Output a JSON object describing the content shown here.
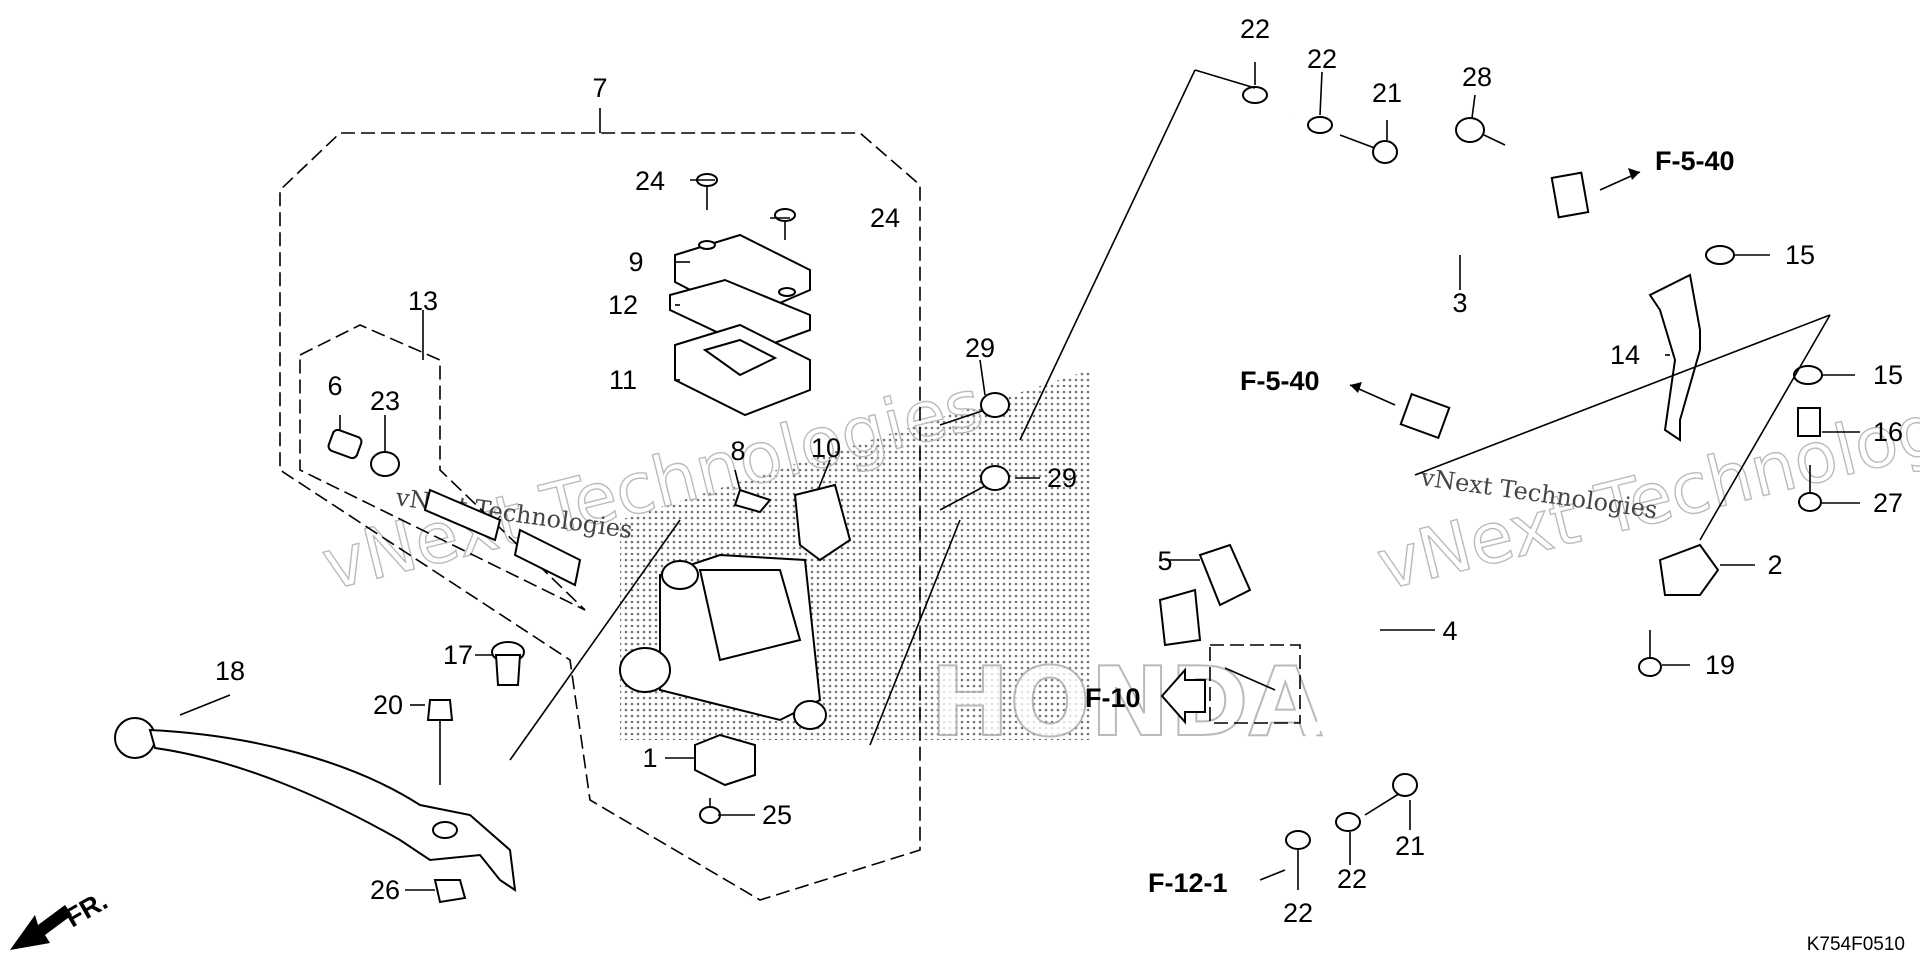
{
  "labels": [
    {
      "id": "1",
      "text": "1"
    },
    {
      "id": "2",
      "text": "2"
    },
    {
      "id": "3",
      "text": "3"
    },
    {
      "id": "4",
      "text": "4"
    },
    {
      "id": "5",
      "text": "5"
    },
    {
      "id": "6",
      "text": "6"
    },
    {
      "id": "7",
      "text": "7"
    },
    {
      "id": "8",
      "text": "8"
    },
    {
      "id": "9",
      "text": "9"
    },
    {
      "id": "10",
      "text": "10"
    },
    {
      "id": "11",
      "text": "11"
    },
    {
      "id": "12",
      "text": "12"
    },
    {
      "id": "13",
      "text": "13"
    },
    {
      "id": "14",
      "text": "14"
    },
    {
      "id": "15a",
      "text": "15"
    },
    {
      "id": "15b",
      "text": "15"
    },
    {
      "id": "16",
      "text": "16"
    },
    {
      "id": "17",
      "text": "17"
    },
    {
      "id": "18",
      "text": "18"
    },
    {
      "id": "19",
      "text": "19"
    },
    {
      "id": "20",
      "text": "20"
    },
    {
      "id": "21a",
      "text": "21"
    },
    {
      "id": "21b",
      "text": "21"
    },
    {
      "id": "22a",
      "text": "22"
    },
    {
      "id": "22b",
      "text": "22"
    },
    {
      "id": "22c",
      "text": "22"
    },
    {
      "id": "22d",
      "text": "22"
    },
    {
      "id": "23",
      "text": "23"
    },
    {
      "id": "24a",
      "text": "24"
    },
    {
      "id": "24b",
      "text": "24"
    },
    {
      "id": "25",
      "text": "25"
    },
    {
      "id": "26",
      "text": "26"
    },
    {
      "id": "27",
      "text": "27"
    },
    {
      "id": "28",
      "text": "28"
    },
    {
      "id": "29a",
      "text": "29"
    },
    {
      "id": "29b",
      "text": "29"
    }
  ],
  "refs": {
    "f540_top": "F-5-40",
    "f540_mid": "F-5-40",
    "f10": "F-10",
    "f121": "F-12-1"
  },
  "front_marker": "FR.",
  "diagram_code": "K754F0510",
  "watermarks": [
    "vNext Technologies",
    "vNext Technologies",
    "vNext Technologies",
    "vNext Technologies"
  ]
}
